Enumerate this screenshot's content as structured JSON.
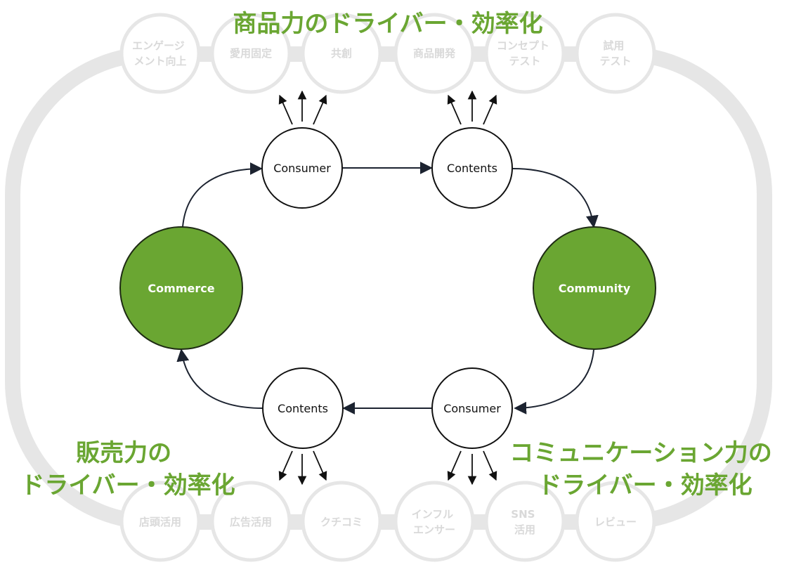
{
  "headlines": {
    "top": "商品力のドライバー・効率化",
    "bottom_left": [
      "販売力の",
      "ドライバー・効率化"
    ],
    "bottom_right": [
      "コミュニケーション力の",
      "ドライバー・効率化"
    ]
  },
  "top_activities": [
    [
      "エンゲージ",
      "メント向上"
    ],
    [
      "愛用固定"
    ],
    [
      "共創"
    ],
    [
      "商品開発"
    ],
    [
      "コンセプト",
      "テスト"
    ],
    [
      "試用",
      "テスト"
    ]
  ],
  "bottom_activities": [
    [
      "店頭活用"
    ],
    [
      "広告活用"
    ],
    [
      "クチコミ"
    ],
    [
      "インフル",
      "エンサー"
    ],
    [
      "SNS",
      "活用"
    ],
    [
      "レビュー"
    ]
  ],
  "nodes": {
    "consumer_top": "Consumer",
    "contents_top": "Contents",
    "community": "Community",
    "consumer_bottom": "Consumer",
    "contents_bottom": "Contents",
    "commerce": "Commerce"
  },
  "colors": {
    "accent": "#6aa632",
    "hub_fill": "#6aa632",
    "hub_stroke": "#1e2b14",
    "ghost": "#e6e6e6",
    "arrow": "#1c2330"
  }
}
